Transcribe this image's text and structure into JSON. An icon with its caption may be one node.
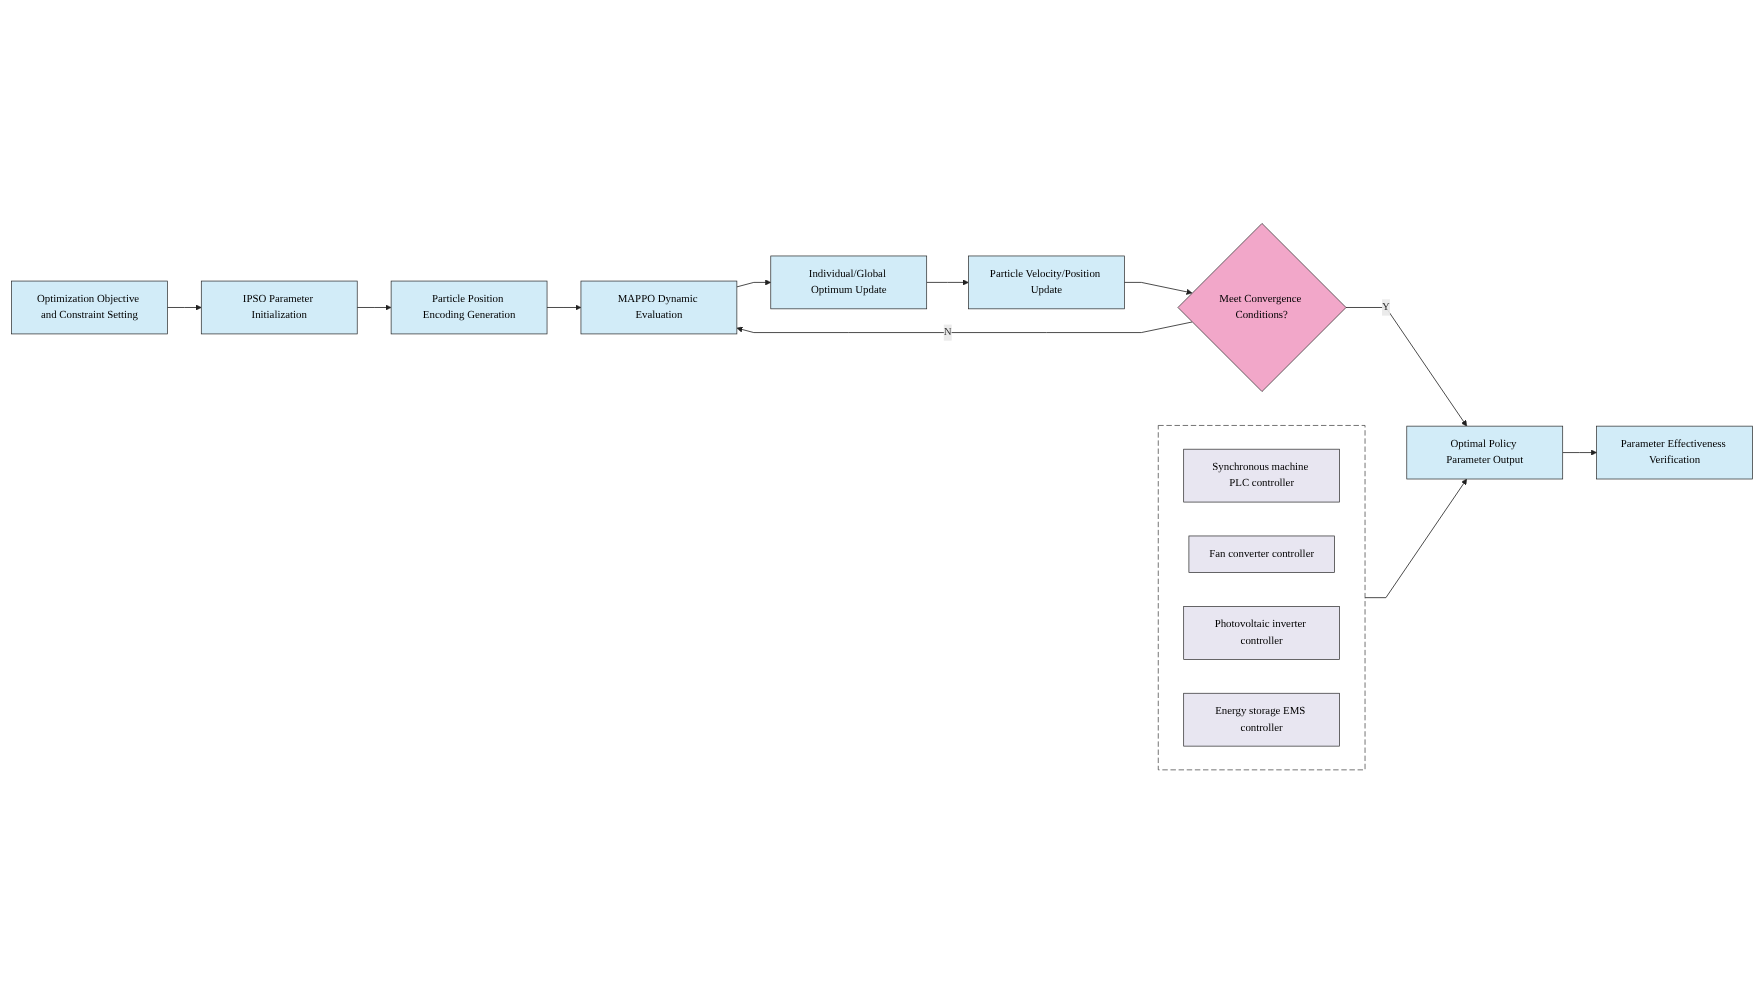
{
  "diagram": {
    "nodes": [
      {
        "text": [
          "Optimization Objective and Constraint Setting"
        ]
      },
      {
        "text": [
          "IPSO Parameter Initialization"
        ]
      },
      {
        "text": [
          "Particle Position Encoding Generation"
        ]
      },
      {
        "text": [
          "Particle Velocity/Position Update"
        ]
      },
      {
        "text": [
          "Individual/Global Optimum Update"
        ]
      },
      {
        "text": [
          "MAPPO Dynamic Evaluation"
        ]
      },
      {
        "text": [
          "Meet Convergence Conditions?"
        ]
      },
      {
        "text": [
          "Optimal Policy Parameter Output"
        ]
      },
      {
        "text": [
          "Parameter Effectiveness Verification"
        ]
      },
      {
        "text": [],
        "shape": "box"
      },
      {
        "text": [
          "Synchronous machine PLC controller"
        ],
        "in": 9
      },
      {
        "text": [
          "Fan converter controller"
        ],
        "in": 9
      },
      {
        "text": [
          "Photovoltaic inverter controller"
        ],
        "in": 9
      },
      {
        "text": [
          "Energy storage EMS controller"
        ],
        "in": 9
      }
    ],
    "edges": [
      {
        "from": 0,
        "to": 1,
        "arrow": "to"
      },
      {
        "from": 1,
        "to": 2,
        "arrow": "to"
      },
      {
        "from": 2,
        "to": 5,
        "arrow": "to"
      },
      {
        "from": 5,
        "to": 4,
        "arrow": "to"
      },
      {
        "from": 4,
        "to": 3,
        "arrow": "to"
      },
      {
        "from": 3,
        "to": 6,
        "arrow": "to"
      },
      {
        "from": 6,
        "to": 5,
        "arrow": "to",
        "label": "N"
      },
      {
        "from": 6,
        "to": 7,
        "arrow": "to",
        "label": "Y"
      },
      {
        "from": 7,
        "to": 8,
        "arrow": "to"
      },
      {
        "from": 9,
        "to": 7,
        "arrow": "to"
      }
    ]
  }
}
